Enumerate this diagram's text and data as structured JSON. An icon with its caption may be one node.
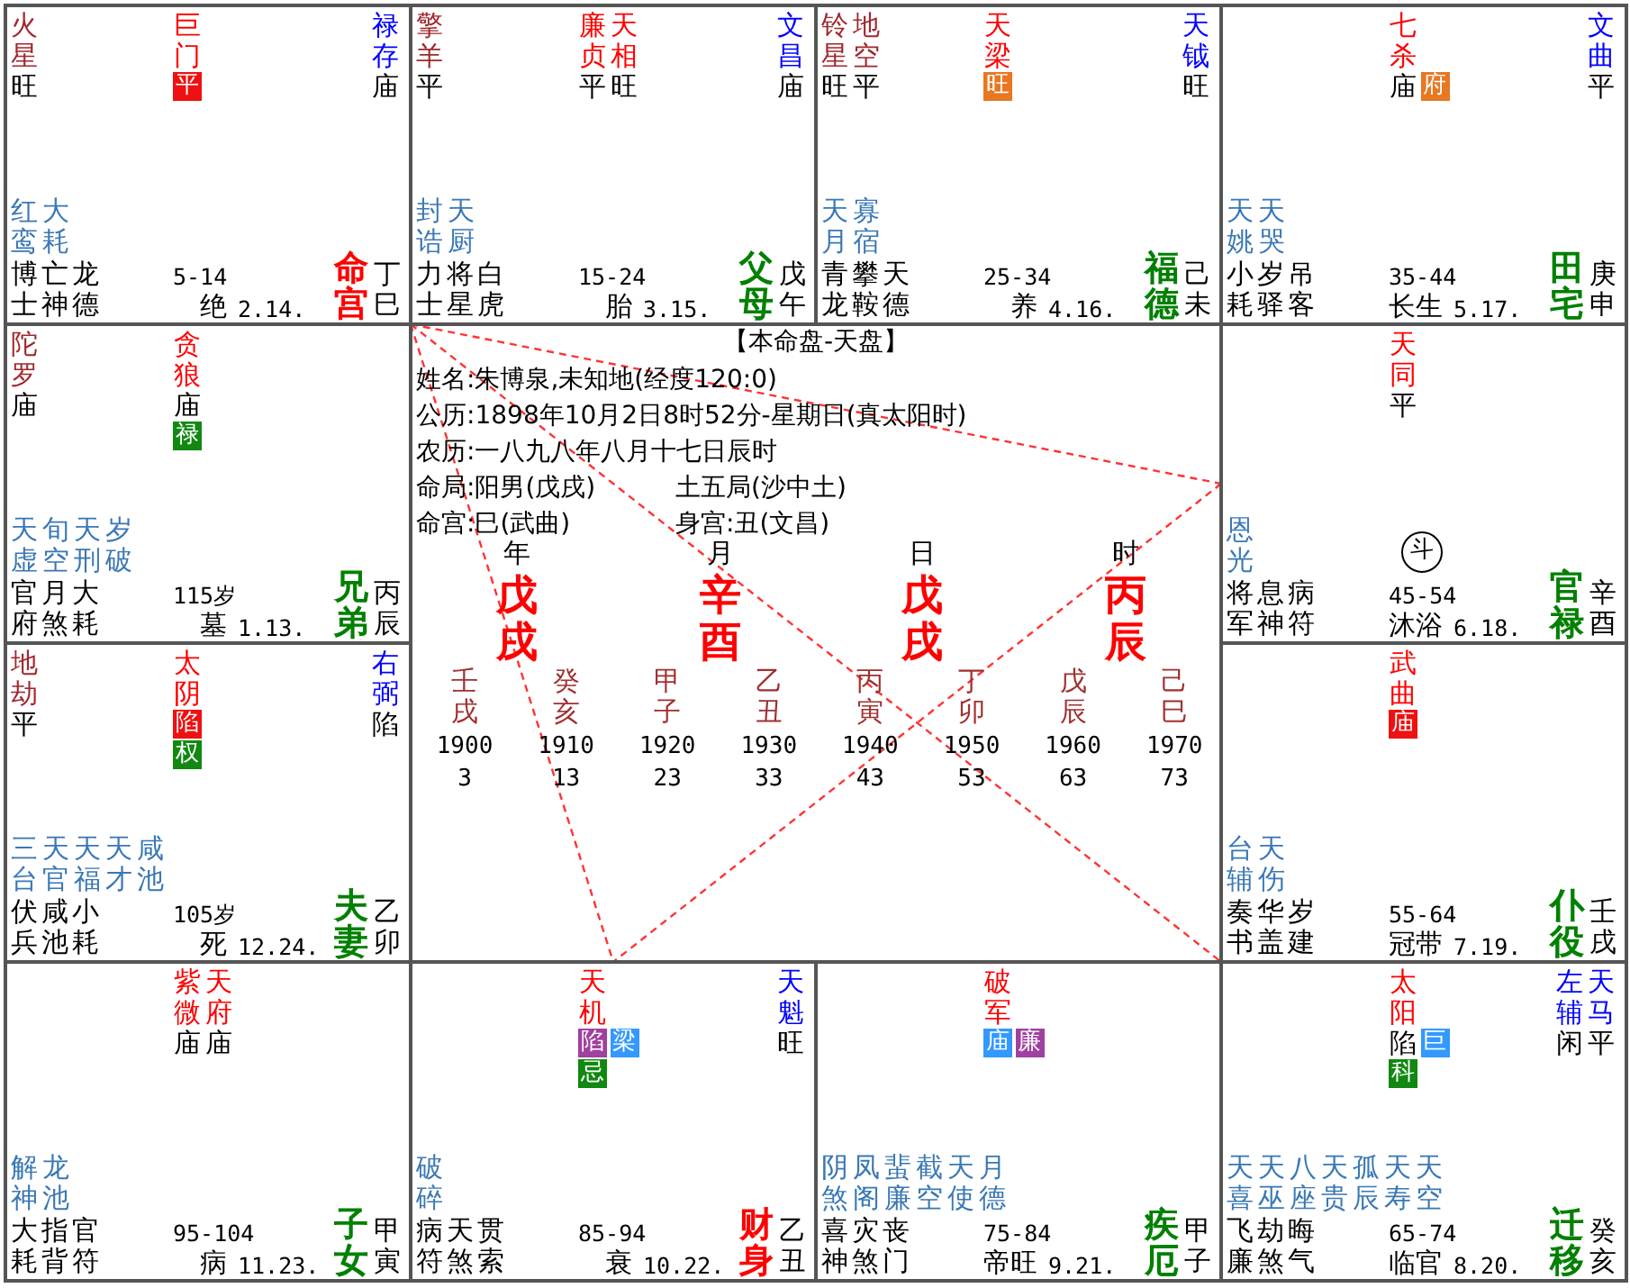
{
  "diagram": {
    "nodes": [
      {
        "text": [
          "火星",
          "旺",
          "巨门",
          "禄存",
          "庙",
          "红鸾",
          "大耗",
          "博士",
          "亡神",
          "龙德",
          "5-14",
          "绝",
          "2.14.",
          "命宫",
          "丁巳"
        ]
      },
      {
        "text": [
          "平"
        ],
        "in": 0
      },
      {
        "text": [
          "擎羊",
          "平",
          "廉贞",
          "平",
          "天相",
          "旺",
          "文昌",
          "庙",
          "封诰",
          "天厨",
          "力士",
          "将星",
          "白虎",
          "15-24",
          "胎",
          "3.15.",
          "父母",
          "戊午"
        ]
      },
      {
        "text": [
          "铃星",
          "旺",
          "地空",
          "平",
          "天梁",
          "天钺",
          "旺",
          "天月",
          "寡宿",
          "青龙",
          "攀鞍",
          "天德",
          "25-34",
          "养",
          "4.16.",
          "福德",
          "己未"
        ]
      },
      {
        "text": [
          "旺"
        ],
        "in": 3
      },
      {
        "text": [
          "七杀",
          "庙",
          "文曲",
          "平",
          "天姚",
          "天哭",
          "小耗",
          "岁驿",
          "吊客",
          "35-44",
          "长生",
          "5.17.",
          "田宅",
          "庚申"
        ]
      },
      {
        "text": [
          "府"
        ],
        "in": 5
      },
      {
        "text": [
          "陀罗",
          "庙",
          "贪狼",
          "庙",
          "天虚",
          "旬空",
          "天刑",
          "岁破",
          "官府",
          "月煞",
          "大耗",
          "115岁",
          "墓",
          "1.13.",
          "兄弟",
          "丙辰"
        ]
      },
      {
        "text": [
          "禄"
        ],
        "in": 7
      },
      {
        "text": [
          "天同",
          "平",
          "恩光",
          "将军",
          "息神",
          "病符",
          "45-54",
          "沐浴",
          "6.18.",
          "官禄",
          "辛酉"
        ]
      },
      {
        "text": [
          "斗"
        ],
        "in": 9
      },
      {
        "text": [
          "地劫",
          "平",
          "太阴",
          "右弼",
          "陷",
          "三台",
          "天官",
          "天福",
          "天才",
          "咸池",
          "伏兵",
          "咸池",
          "小耗",
          "105岁",
          "死",
          "12.24.",
          "夫妻",
          "乙卯"
        ]
      },
      {
        "text": [
          "陷"
        ],
        "in": 11
      },
      {
        "text": [
          "权"
        ],
        "in": 11
      },
      {
        "text": [
          "武曲",
          "台辅",
          "天伤",
          "奏书",
          "华盖",
          "岁建",
          "55-64",
          "冠带",
          "7.19.",
          "仆役",
          "壬戌"
        ]
      },
      {
        "text": [
          "庙"
        ],
        "in": 14
      },
      {
        "text": [
          "紫微",
          "庙",
          "天府",
          "庙",
          "解神",
          "龙池",
          "大耗",
          "指背",
          "官符",
          "95-104",
          "病",
          "11.23.",
          "子女",
          "甲寅"
        ]
      },
      {
        "text": [
          "天机",
          "天魁",
          "旺",
          "破碎",
          "病符",
          "天煞",
          "贯索",
          "85-94",
          "衰",
          "10.22.",
          "财身",
          "乙丑"
        ]
      },
      {
        "text": [
          "陷"
        ],
        "in": 17
      },
      {
        "text": [
          "梁"
        ],
        "in": 17
      },
      {
        "text": [
          "忌"
        ],
        "in": 17
      },
      {
        "text": [
          "破军",
          "阴煞",
          "凤阁",
          "蜚廉",
          "截空",
          "天使",
          "月德",
          "喜神",
          "灾煞",
          "丧门",
          "75-84",
          "帝旺",
          "9.21.",
          "疾厄",
          "甲子"
        ]
      },
      {
        "text": [
          "庙"
        ],
        "in": 21
      },
      {
        "text": [
          "廉"
        ],
        "in": 21
      },
      {
        "text": [
          "太阳",
          "陷",
          "左辅",
          "闲",
          "天马",
          "平",
          "天喜",
          "天巫",
          "八座",
          "天贵",
          "孤辰",
          "天寿",
          "天空",
          "飞廉",
          "劫煞",
          "晦气",
          "65-74",
          "临官",
          "8.20.",
          "迁移",
          "癸亥"
        ]
      },
      {
        "text": [
          "巨"
        ],
        "in": 24
      },
      {
        "text": [
          "科"
        ],
        "in": 24
      }
    ],
    "edges": [
      {
        "from": 0,
        "to": 9,
        "arrow": "none",
        "style": "dashed"
      },
      {
        "from": 0,
        "to": 17,
        "arrow": "none",
        "style": "dashed"
      },
      {
        "from": 0,
        "to": 24,
        "arrow": "none",
        "style": "dashed"
      },
      {
        "from": 9,
        "to": 17,
        "arrow": "none",
        "style": "dashed"
      }
    ],
    "labels": [
      "【本命盘-天盘】",
      "姓名:朱博泉,未知地(经度120:0)",
      "公历:1898年10月2日8时52分-星期日(真太阳时)",
      "农历:一八九八年八月十七日辰时",
      "命局:阳男(戊戌)",
      "土五局(沙中土)",
      "命宫:巳(武曲)",
      "身宫:丑(文昌)",
      "年",
      "戊戌",
      "月",
      "辛酉",
      "日",
      "戊戌",
      "时",
      "丙辰",
      "壬戌",
      "1900",
      "3",
      "癸亥",
      "1910",
      "13",
      "甲子",
      "1920",
      "23",
      "乙丑",
      "1930",
      "33",
      "丙寅",
      "1940",
      "43",
      "丁卯",
      "1950",
      "53",
      "戊辰",
      "1960",
      "63",
      "己巳",
      "1970",
      "73"
    ]
  }
}
